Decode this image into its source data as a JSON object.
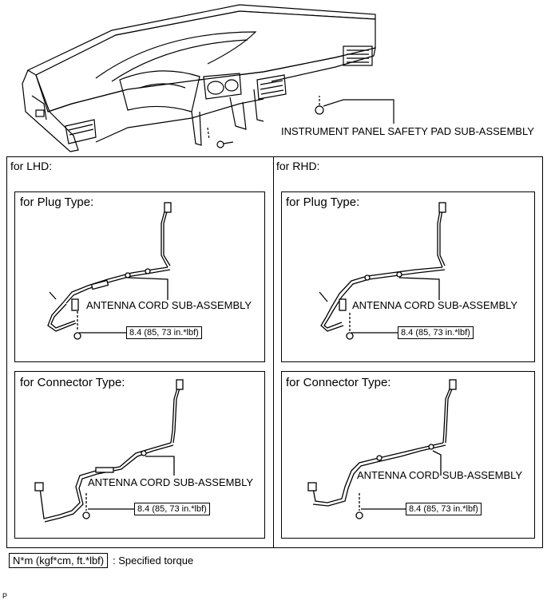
{
  "top_label": "INSTRUMENT PANEL SAFETY PAD SUB-ASSEMBLY",
  "lhd": {
    "title": "for LHD:",
    "plug": {
      "title": "for Plug Type:",
      "part": "ANTENNA CORD SUB-ASSEMBLY",
      "torque": "8.4 (85, 73 in.*lbf)"
    },
    "connector": {
      "title": "for Connector Type:",
      "part": "ANTENNA CORD SUB-ASSEMBLY",
      "torque": "8.4 (85, 73 in.*lbf)"
    }
  },
  "rhd": {
    "title": "for RHD:",
    "plug": {
      "title": "for Plug Type:",
      "part": "ANTENNA CORD SUB-ASSEMBLY",
      "torque": "8.4 (85, 73 in.*lbf)"
    },
    "connector": {
      "title": "for Connector Type:",
      "part": "ANTENNA CORD SUB-ASSEMBLY",
      "torque": "8.4 (85, 73 in.*lbf)"
    }
  },
  "legend": {
    "unit": "N*m (kgf*cm, ft.*lbf)",
    "text": ": Specified torque"
  },
  "footer_mark": "P"
}
